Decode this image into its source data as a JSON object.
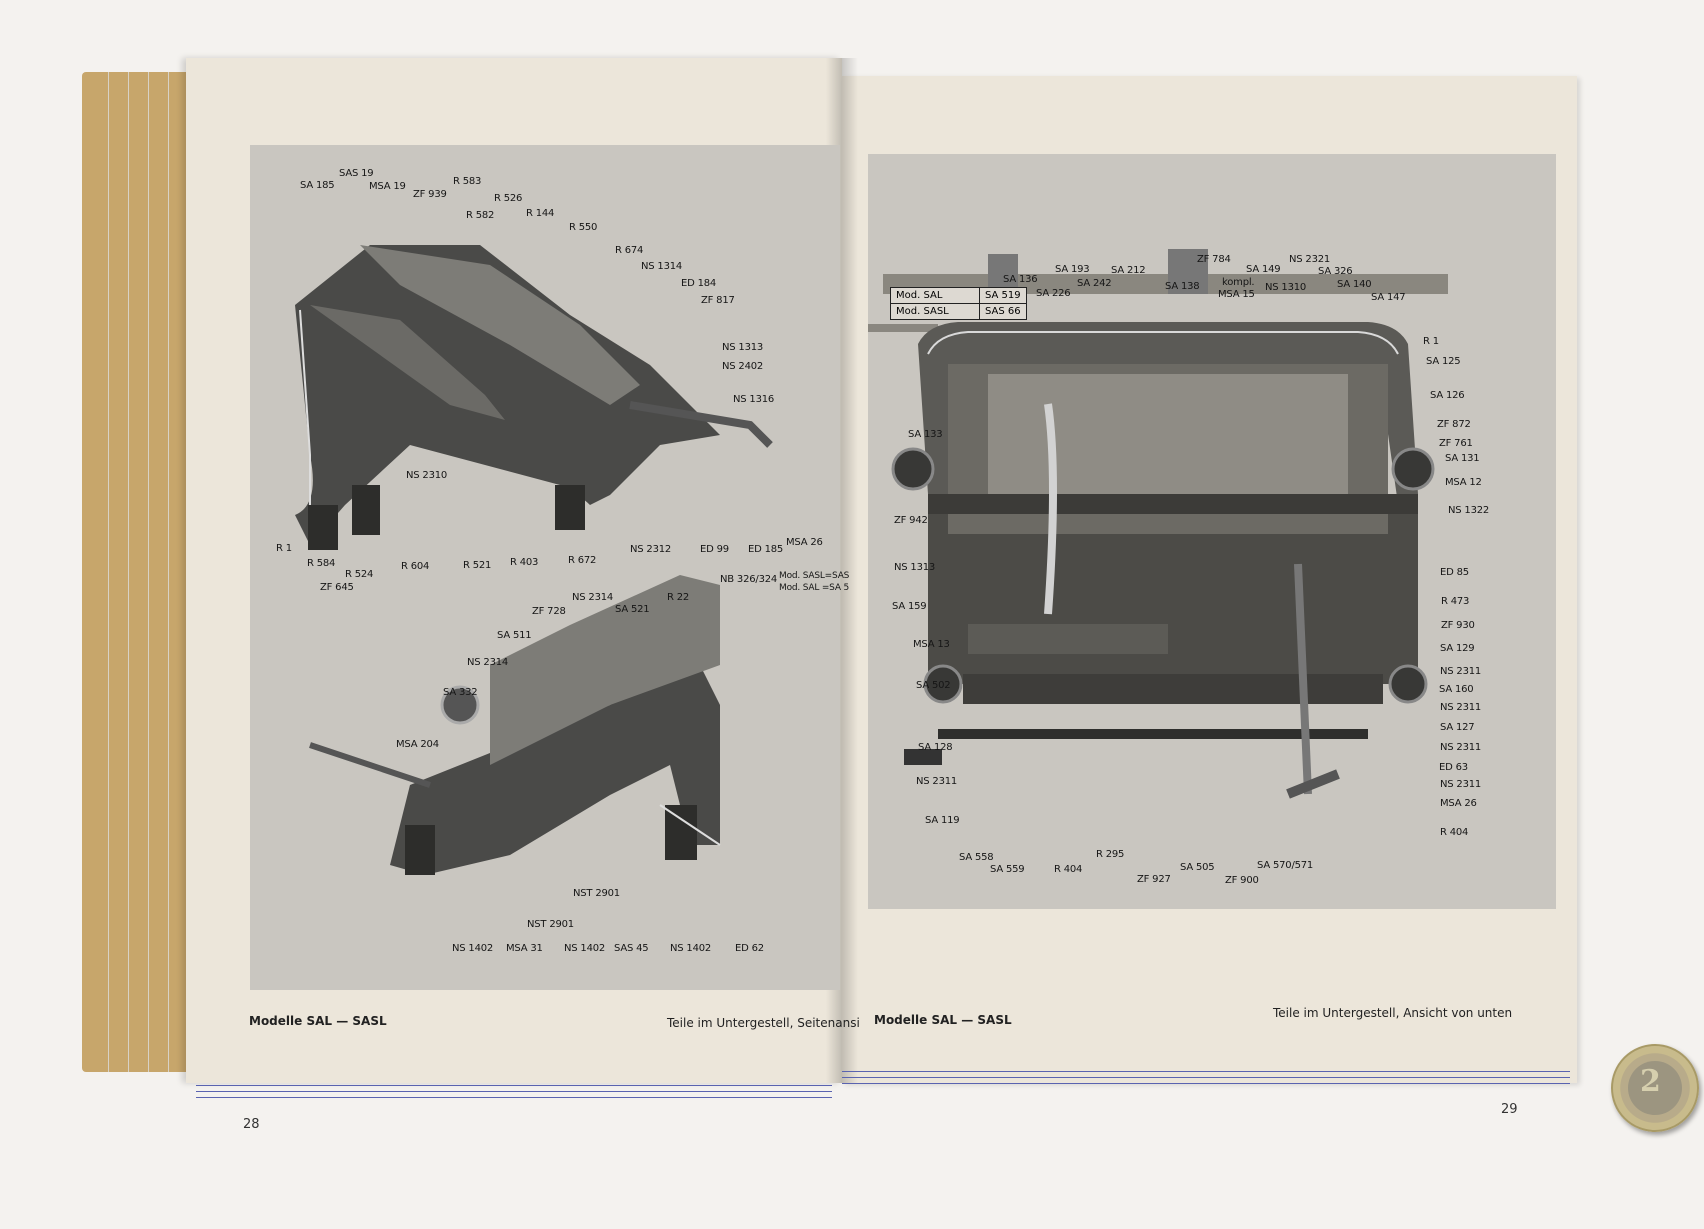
{
  "left_page": {
    "caption_left": "Modelle SAL — SASL",
    "caption_right": "Teile im Untergestell, Seitenansi",
    "page_number": "28",
    "top_labels": [
      "SA 185",
      "SAS 19",
      "MSA 19",
      "ZF 939",
      "R 583",
      "R 526",
      "R 582",
      "R 144",
      "R 550",
      "R 674",
      "NS 1314",
      "ED 184",
      "ZF 817",
      "NS 1313",
      "NS 2402",
      "NS 1316",
      "NS 2310",
      "R 1",
      "R 584",
      "R 524",
      "ZF 645",
      "R 604",
      "R 521",
      "R 403",
      "R 672",
      "NS 2312",
      "ED 99",
      "ED 185",
      "MSA 26"
    ],
    "bottom_labels": [
      "NB 326/324",
      "Mod. SASL=SAS",
      "Mod. SAL =SA 5",
      "NS 2314",
      "ZF 728",
      "SA 521",
      "R 22",
      "SA 511",
      "NS 2314",
      "SA 332",
      "MSA 204",
      "NST 2901",
      "NST 2901",
      "NS 1402",
      "MSA 31",
      "NS 1402",
      "SAS 45",
      "NS 1402",
      "ED 62"
    ]
  },
  "right_page": {
    "caption_left": "Modelle SAL — SASL",
    "caption_right": "Teile im Untergestell, Ansicht von unten",
    "page_number": "29",
    "model_box": [
      {
        "model": "Mod. SAL",
        "part": "SA 519"
      },
      {
        "model": "Mod. SASL",
        "part": "SAS 66"
      }
    ],
    "labels": [
      "ZF 784",
      "NS 2321",
      "SA 193",
      "SA 212",
      "SA 149",
      "SA 326",
      "SA 136",
      "SA 226",
      "SA 242",
      "SA 138",
      "kompl.",
      "MSA 15",
      "NS 1310",
      "SA 140",
      "SA 147",
      "R 1",
      "SA 125",
      "SA 126",
      "SA 133",
      "ZF 872",
      "ZF 761",
      "SA 131",
      "MSA 12",
      "NS 1322",
      "ZF 942",
      "NS 1313",
      "ED 85",
      "SA 159",
      "R 473",
      "ZF 930",
      "MSA 13",
      "SA 129",
      "NS 2311",
      "SA 160",
      "SA 502",
      "NS 2311",
      "SA 127",
      "SA 128",
      "NS 2311",
      "ED 63",
      "NS 2311",
      "NS 2311",
      "MSA 26",
      "SA 119",
      "R 404",
      "SA 558",
      "SA 559",
      "R 404",
      "R 295",
      "ZF 927",
      "SA 505",
      "ZF 900",
      "SA 570/571"
    ]
  },
  "coin": {
    "value": "2"
  }
}
